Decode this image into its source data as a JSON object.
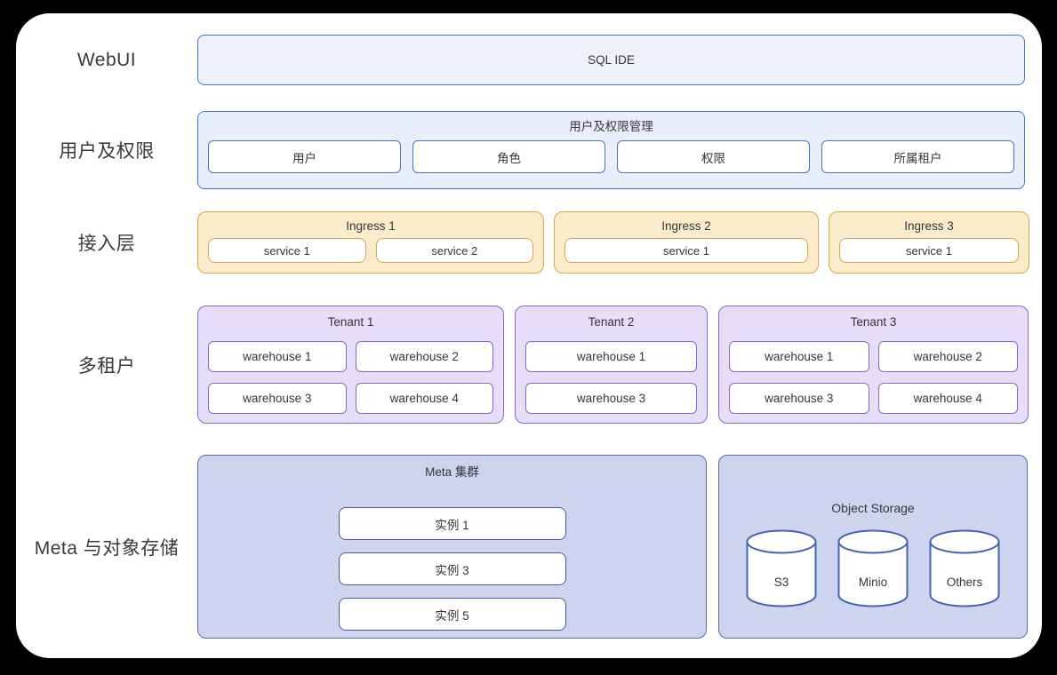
{
  "colors": {
    "page_background": "#000000",
    "card_background": "#ffffff",
    "blue_fill": "#edf1fb",
    "blue_border": "#4a73c6",
    "yellow_fill": "#faeccb",
    "yellow_border": "#cfa852",
    "purple_fill": "#e7ddf8",
    "purple_border": "#8b65cb",
    "periwinkle_fill": "#ccd4ee",
    "slate_border": "#5a6ba6",
    "text": "#35353c"
  },
  "rows": {
    "webui": {
      "label": "WebUI",
      "box_label": "SQL IDE"
    },
    "permissions": {
      "label": "用户及权限",
      "group_title": "用户及权限管理",
      "items": [
        "用户",
        "角色",
        "权限",
        "所属租户"
      ]
    },
    "ingress": {
      "label": "接入层",
      "groups": [
        {
          "title": "Ingress 1",
          "services": [
            "service 1",
            "service 2"
          ]
        },
        {
          "title": "Ingress 2",
          "services": [
            "service 1"
          ]
        },
        {
          "title": "Ingress 3",
          "services": [
            "service 1"
          ]
        }
      ]
    },
    "tenants": {
      "label": "多租户",
      "groups": [
        {
          "title": "Tenant 1",
          "warehouses": [
            "warehouse 1",
            "warehouse 2",
            "warehouse 3",
            "warehouse 4"
          ]
        },
        {
          "title": "Tenant 2",
          "warehouses": [
            "warehouse 1",
            "warehouse 3"
          ]
        },
        {
          "title": "Tenant 3",
          "warehouses": [
            "warehouse 1",
            "warehouse 2",
            "warehouse 3",
            "warehouse 4"
          ]
        }
      ]
    },
    "meta": {
      "label": "Meta 与对象存储",
      "meta_cluster": {
        "title": "Meta 集群",
        "instances": [
          "实例 1",
          "实例 3",
          "实例 5"
        ]
      },
      "object_storage": {
        "title": "Object Storage",
        "stores": [
          "S3",
          "Minio",
          "Others"
        ]
      }
    }
  }
}
